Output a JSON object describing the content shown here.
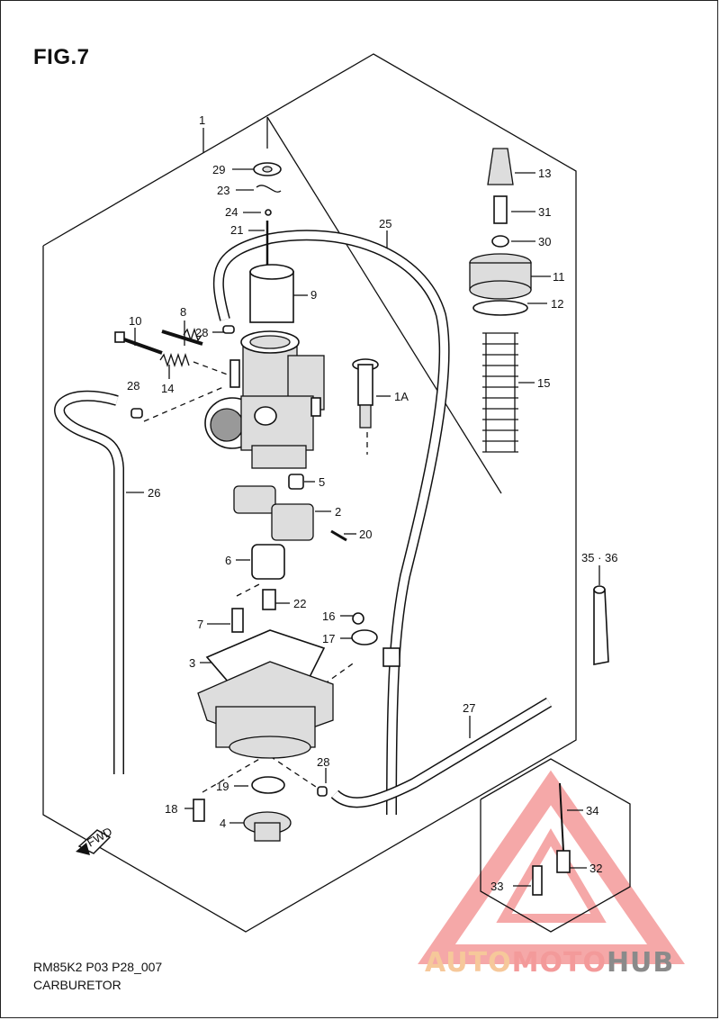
{
  "figure": {
    "title": "FIG.7",
    "code": "RM85K2 P03 P28_007",
    "name": "CARBURETOR"
  },
  "parts": [
    {
      "id": "p1",
      "label": "1"
    },
    {
      "id": "p29",
      "label": "29"
    },
    {
      "id": "p23",
      "label": "23"
    },
    {
      "id": "p24",
      "label": "24"
    },
    {
      "id": "p21",
      "label": "21"
    },
    {
      "id": "p9",
      "label": "9"
    },
    {
      "id": "p25",
      "label": "25"
    },
    {
      "id": "p8",
      "label": "8"
    },
    {
      "id": "p10",
      "label": "10"
    },
    {
      "id": "p28a",
      "label": "28"
    },
    {
      "id": "p28b",
      "label": "28"
    },
    {
      "id": "p28c",
      "label": "28"
    },
    {
      "id": "p14",
      "label": "14"
    },
    {
      "id": "p1A",
      "label": "1A"
    },
    {
      "id": "p26",
      "label": "26"
    },
    {
      "id": "p5",
      "label": "5"
    },
    {
      "id": "p2",
      "label": "2"
    },
    {
      "id": "p20",
      "label": "20"
    },
    {
      "id": "p6",
      "label": "6"
    },
    {
      "id": "p22",
      "label": "22"
    },
    {
      "id": "p16",
      "label": "16"
    },
    {
      "id": "p7",
      "label": "7"
    },
    {
      "id": "p17",
      "label": "17"
    },
    {
      "id": "p3",
      "label": "3"
    },
    {
      "id": "p27",
      "label": "27"
    },
    {
      "id": "p19",
      "label": "19"
    },
    {
      "id": "p18",
      "label": "18"
    },
    {
      "id": "p4",
      "label": "4"
    },
    {
      "id": "p13",
      "label": "13"
    },
    {
      "id": "p31",
      "label": "31"
    },
    {
      "id": "p30",
      "label": "30"
    },
    {
      "id": "p11",
      "label": "11"
    },
    {
      "id": "p12",
      "label": "12"
    },
    {
      "id": "p15",
      "label": "15"
    },
    {
      "id": "p3536",
      "label": "35 · 36"
    },
    {
      "id": "p34",
      "label": "34"
    },
    {
      "id": "p32",
      "label": "32"
    },
    {
      "id": "p33",
      "label": "33"
    }
  ],
  "fwd_label": "FWD",
  "watermark": {
    "part1": "AUTO",
    "part2": "MOTO",
    "part3": "HUB",
    "colors": {
      "auto": "#f6c89a",
      "moto": "#f39a9a",
      "hub": "#8a8a8a",
      "triangle": "#f28b8b"
    }
  }
}
